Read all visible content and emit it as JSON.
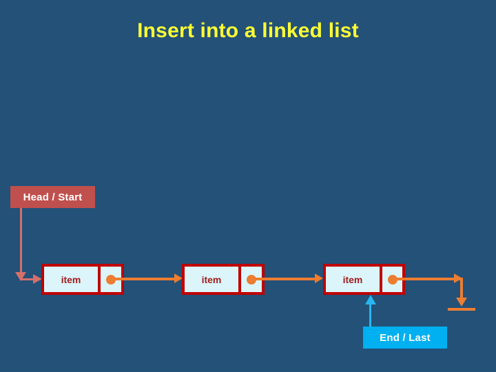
{
  "slide": {
    "title": "Insert into a linked list",
    "background_color": "#235178",
    "title_color": "#FFFF33"
  },
  "labels": {
    "head": {
      "text": "Head / Start",
      "background_color": "#C0504D",
      "text_color": "#FFFFFF"
    },
    "end": {
      "text": "End / Last",
      "background_color": "#00B0F0",
      "text_color": "#FFFFFF"
    }
  },
  "diagram": {
    "type": "linked-list",
    "node_count": 3,
    "node_border_color": "#C00000",
    "node_fill_color": "#DBF5FA",
    "node_text_color": "#A51B1B",
    "link_color": "#ED7D31",
    "head_connector_color": "#D4706A",
    "end_connector_color": "#29B6F0",
    "nodes": [
      {
        "data": "item",
        "pointer": "next"
      },
      {
        "data": "item",
        "pointer": "next"
      },
      {
        "data": "item",
        "pointer": "null"
      }
    ]
  }
}
